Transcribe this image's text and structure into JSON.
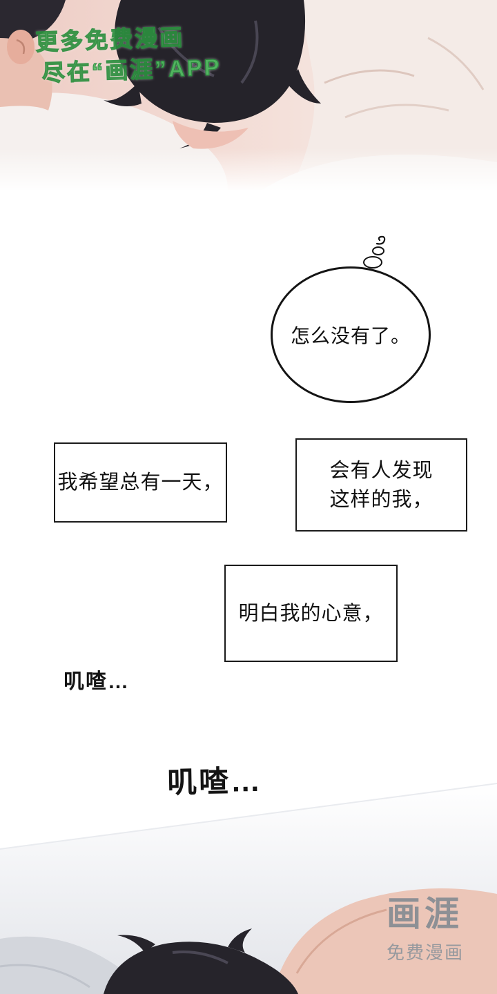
{
  "comic": {
    "watermark_top": {
      "line1": "更多免费漫画",
      "line2": "尽在“画涯”APP"
    },
    "thought_bubble": {
      "text": "怎么没有了。"
    },
    "speech": {
      "box1": "我希望总有一天，",
      "box2_line1": "会有人发现",
      "box2_line2": "这样的我，",
      "box3": "明白我的心意，"
    },
    "sfx": {
      "small": "叽喳…",
      "large": "叽喳…"
    },
    "brand": {
      "logo": "画涯",
      "tagline": "免费漫画"
    }
  },
  "colors": {
    "ink": "#111111",
    "watermark_green": "#56c065",
    "brand_gray": "#8d9095",
    "skin": "#ecc6b8",
    "hair": "#26242b"
  }
}
